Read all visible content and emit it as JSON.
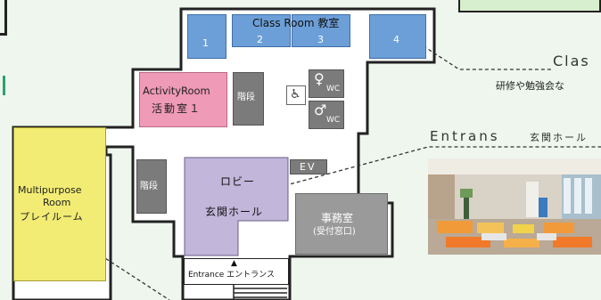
{
  "classroom": {
    "title": "Class Room 教室",
    "rooms": [
      "1",
      "2",
      "3",
      "4"
    ],
    "callout_title": "Clas",
    "callout_desc": "研修や勉強会な"
  },
  "activity_room": {
    "en": "ActivityRoom",
    "ja": "活動室１"
  },
  "stairs": {
    "top": "階段",
    "left": "階段"
  },
  "wc": {
    "label": "WC",
    "wheelchair_icon": "wheelchair-icon",
    "person_icon": "person-icon"
  },
  "elevator": {
    "label": "EV"
  },
  "lobby": {
    "ja1": "ロビー",
    "ja2": "玄関ホール"
  },
  "office": {
    "ja": "事務室",
    "sub": "(受付窓口)"
  },
  "multipurpose": {
    "en1": "Multipurpose",
    "en2": "Room",
    "ja": "プレイルーム"
  },
  "entrance": {
    "label": "Entrance エントランス",
    "callout_title": "Entrans",
    "callout_ja": "玄関ホール"
  },
  "colors": {
    "background": "#eef6ee",
    "classroom_blue": "#6c9fd8",
    "activity_pink": "#ef9ab7",
    "lobby_lavender": "#c2b6da",
    "multipurpose_yellow": "#f2ec74",
    "stair_gray": "#7b7b7b",
    "office_gray": "#9a9a9a"
  }
}
